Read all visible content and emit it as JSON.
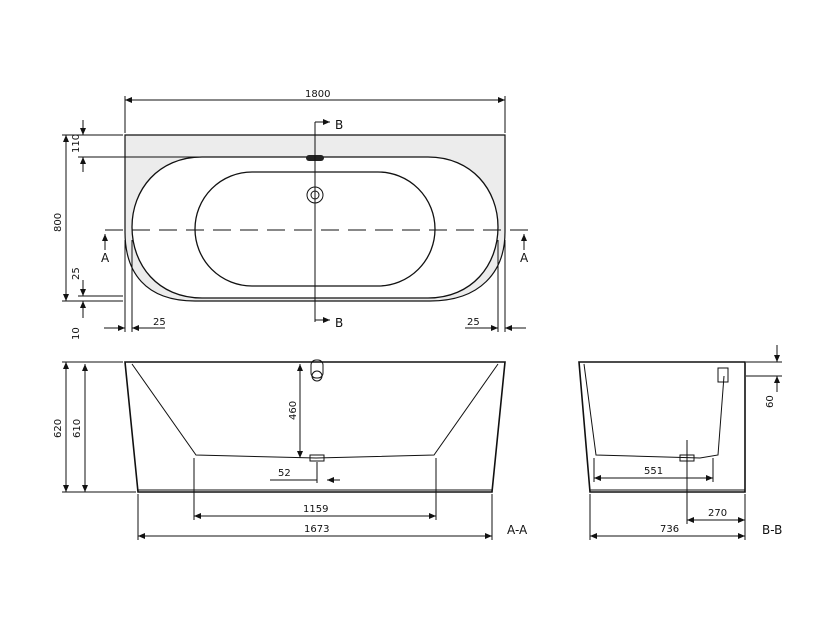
{
  "top_view": {
    "width_label": "1800",
    "depth_label": "800",
    "rim_back_label": "110",
    "rim_front_label": "25",
    "rim_side_left_label": "25",
    "rim_side_right_label": "25",
    "gap_label": "10",
    "section_a_left": "A",
    "section_a_right": "A",
    "section_b_top": "B",
    "section_b_bottom": "B"
  },
  "section_aa": {
    "total_height_label": "620",
    "inner_height_label": "610",
    "drain_depth_label": "460",
    "drain_offset_label": "52",
    "bottom_width_label": "1159",
    "base_width_label": "1673",
    "section_name": "A-A"
  },
  "section_bb": {
    "rim_height_label": "60",
    "bottom_width_label": "551",
    "drain_offset_label": "270",
    "base_width_label": "736",
    "section_name": "B-B"
  }
}
